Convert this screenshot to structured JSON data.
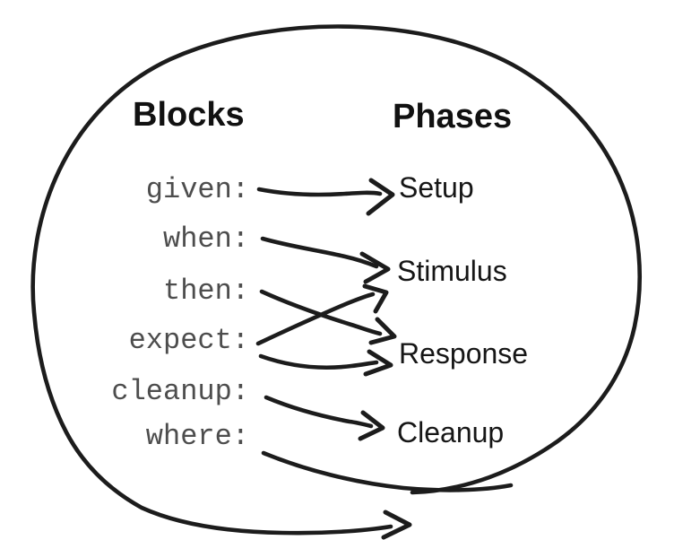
{
  "diagram": {
    "headers": {
      "left": "Blocks",
      "right": "Phases"
    },
    "blocks": [
      "given:",
      "when:",
      "then:",
      "expect:",
      "cleanup:",
      "where:"
    ],
    "phases": [
      "Setup",
      "Stimulus",
      "Response",
      "Cleanup"
    ],
    "connections": [
      {
        "from": "given:",
        "to": "Setup"
      },
      {
        "from": "when:",
        "to": "Stimulus"
      },
      {
        "from": "then:",
        "to": "Response"
      },
      {
        "from": "expect:",
        "to": "Stimulus"
      },
      {
        "from": "expect:",
        "to": "Response"
      },
      {
        "from": "cleanup:",
        "to": "Cleanup"
      },
      {
        "from": "where:",
        "to": "outside-circle"
      }
    ],
    "colors": {
      "ink": "#1c1c1c",
      "block_label": "#4d4d4d",
      "phase_label": "#161616",
      "background": "#ffffff"
    }
  }
}
